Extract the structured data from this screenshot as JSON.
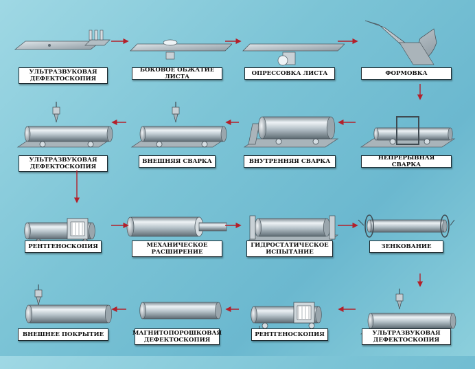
{
  "colors": {
    "background": "#7cc4d6",
    "arrow": "#b3202a",
    "label_bg": "#ffffff",
    "label_border": "#1c2a30"
  },
  "steps": [
    {
      "label": "УЛЬТРАЗВУКОВАЯ\nДЕФЕКТОСКОПИЯ",
      "icon": "ultrasonic-sheet-icon"
    },
    {
      "label": "БОКОВОЕ ОБЖАТИЕ ЛИСТА",
      "icon": "edge-crimping-icon"
    },
    {
      "label": "ОПРЕССОВКА ЛИСТА",
      "icon": "sheet-pressing-icon"
    },
    {
      "label": "ФОРМОВКА",
      "icon": "forming-icon"
    },
    {
      "label": "НЕПРЕРЫВНАЯ СВАРКА",
      "icon": "continuous-welding-icon"
    },
    {
      "label": "ВНУТРЕННЯЯ СВАРКА",
      "icon": "internal-welding-icon"
    },
    {
      "label": "ВНЕШНЯЯ СВАРКА",
      "icon": "external-welding-icon"
    },
    {
      "label": "УЛЬТРАЗВУКОВАЯ\nДЕФЕКТОСКОПИЯ",
      "icon": "ultrasonic-pipe-icon"
    },
    {
      "label": "РЕНТГЕНОСКОПИЯ",
      "icon": "xray-pipe-icon"
    },
    {
      "label": "МЕХАНИЧЕСКОЕ\nРАСШИРЕНИЕ",
      "icon": "mechanical-expansion-icon"
    },
    {
      "label": "ГИДРОСТАТИЧЕСКОЕ\nИСПЫТАНИЕ",
      "icon": "hydrostatic-test-icon"
    },
    {
      "label": "ЗЕНКОВАНИЕ",
      "icon": "countersinking-icon"
    },
    {
      "label": "УЛЬТРАЗВУКОВАЯ\nДЕФЕКТОСКОПИЯ",
      "icon": "ultrasonic-pipe-icon"
    },
    {
      "label": "РЕНТГЕНОСКОПИЯ",
      "icon": "xray-pipe-icon"
    },
    {
      "label": "МАГНИТОПОРОШКОВАЯ\nДЕФЕКТОСКОПИЯ",
      "icon": "magnetic-particle-icon"
    },
    {
      "label": "ВНЕШНЕЕ ПОКРЫТИЕ",
      "icon": "external-coating-icon"
    }
  ]
}
